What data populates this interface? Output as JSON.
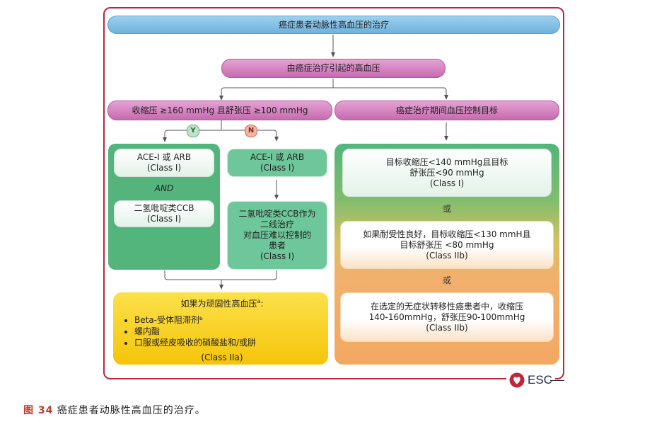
{
  "title": "癌症患者动脉性高血压的治疗",
  "cause": "由癌症治疗引起的高血压",
  "left_branch": "收缩压 ≥160 mmHg 且舒张压 ≥100 mmHg",
  "right_branch": "癌症治疗期间血压控制目标",
  "yes_label": "Y",
  "no_label": "N",
  "yes_path": {
    "card1": {
      "line1": "ACE-I 或 ARB",
      "line2": "(Class I)"
    },
    "and_label": "AND",
    "card2": {
      "line1": "二氢吡啶类CCB",
      "line2": "(Class I)"
    }
  },
  "no_path": {
    "card1": {
      "line1": "ACE-I 或 ARB",
      "line2": "(Class I)"
    },
    "card2": {
      "line1": "二氢吡啶类CCB作为",
      "line2": "二线治疗",
      "line3": "对血压难以控制的",
      "line4": "患者",
      "line5": "(Class I)"
    }
  },
  "refractory": {
    "heading": "如果为顽固性高血压",
    "heading_sup": "a",
    "heading_colon": ":",
    "items": [
      "Beta-受体阻滞剂ᵇ",
      "螺内酯",
      "口服或经皮吸收的硝酸盐和/或肼"
    ],
    "class_label": "(Class IIa)"
  },
  "targets": {
    "target1": {
      "line1": "目标收缩压<140 mmHg且目标",
      "line2": "舒张压<90 mmHg",
      "line3": "(Class I)"
    },
    "or1": "或",
    "target2": {
      "line1": "如果耐受性良好，目标收缩压<130 mmH且",
      "line2": "目标舒张压 <80 mmHg",
      "line3": "(Class IIb)"
    },
    "or2": "或",
    "target3": {
      "line1": "在选定的无症状转移性癌患者中，收缩压",
      "line2": "140-160mmHg，舒张压90-100mmHg",
      "line3": "(Class IIb)"
    }
  },
  "logo": {
    "text": "ESC",
    "icon": "heart-icon",
    "color": "#c0283a"
  },
  "caption": {
    "figure": "图 34",
    "text": " 癌症患者动脉性高血压的治疗。"
  },
  "colors": {
    "frame": "#b8283a",
    "green": "#53b57c",
    "orange": "#f3a862",
    "yellow": "#f5c40a",
    "pink": "#c66aaf",
    "blue": "#6eb2dc"
  }
}
